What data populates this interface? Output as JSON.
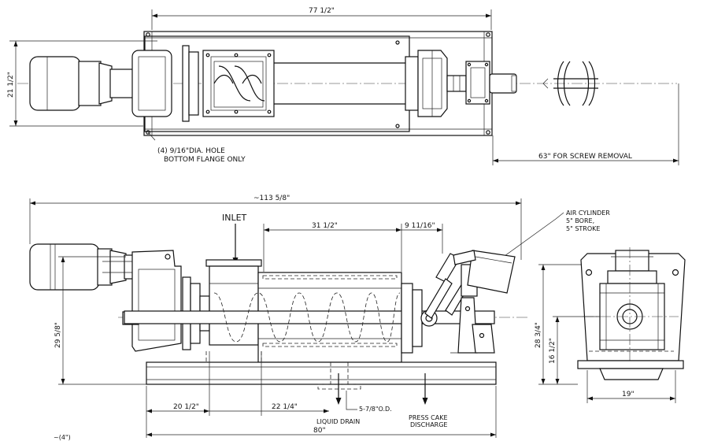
{
  "top_view": {
    "overall_length": "77 1/2\"",
    "height": "21 1/2\"",
    "hole_note_line1": "(4) 9/16\"DIA. HOLE",
    "hole_note_line2": "BOTTOM FLANGE ONLY",
    "screw_removal": "63\" FOR SCREW REMOVAL"
  },
  "side_view": {
    "overall_length": "~113 5/8\"",
    "inlet_label": "INLET",
    "screen_length": "31 1/2\"",
    "cone_offset": "9 11/16\"",
    "air_cylinder_line1": "AIR CYLINDER",
    "air_cylinder_line2": "5\" BORE,",
    "air_cylinder_line3": "5\" STROKE",
    "height_total": "29 5/8\"",
    "dim_left": "20 1/2\"",
    "dim_mid": "22 1/4\"",
    "od_note": "5-7/8\"O.D.",
    "liquid_drain": "LIQUID DRAIN",
    "press_cake_line1": "PRESS CAKE",
    "press_cake_line2": "DISCHARGE",
    "base_length": "80\"",
    "corner_note": "~(4\")"
  },
  "end_view": {
    "height_total": "28 3/4\"",
    "shaft_height": "16 1/2\"",
    "base_width": "19\""
  }
}
